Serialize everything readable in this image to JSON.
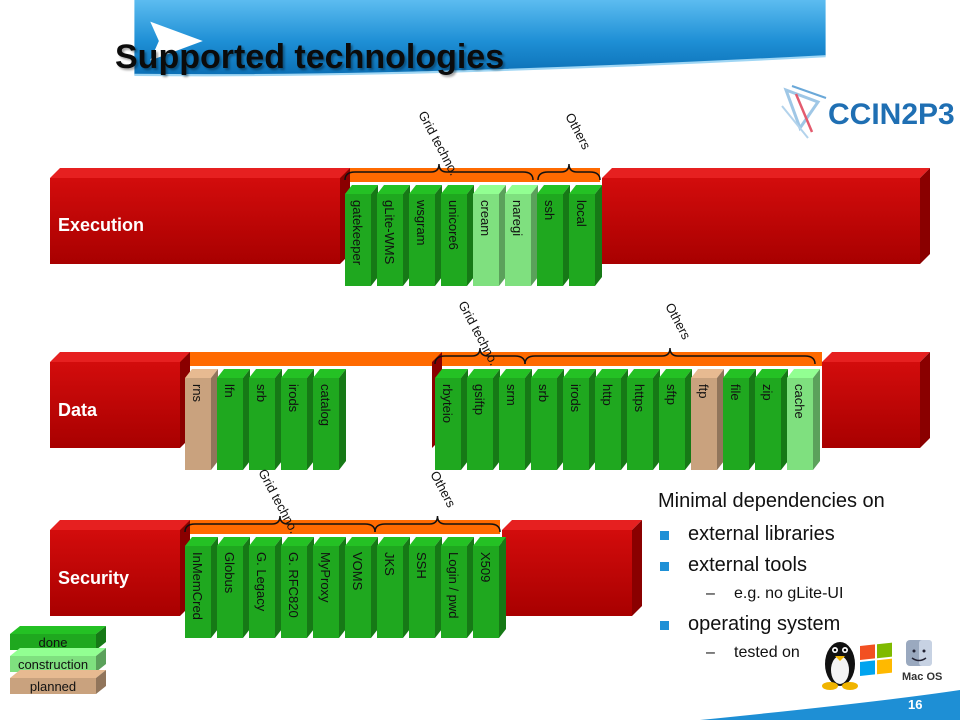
{
  "slide": {
    "title": "Supported technologies",
    "logo_text": "CCIN2P3",
    "page_number": "16"
  },
  "colors": {
    "header_blue": "#1e8fd5",
    "done_green": "#1fa81f",
    "construction_green": "#7fe07f",
    "planned_tan": "#c9a27e",
    "bar_red": "#c40000",
    "bar_orange": "#ff6a00"
  },
  "rows": [
    {
      "label": "Execution",
      "groups": [
        {
          "label": "Grid techno."
        },
        {
          "label": "Others"
        }
      ],
      "items": [
        {
          "label": "gatekeeper",
          "status": "done"
        },
        {
          "label": "gLite-WMS",
          "status": "done"
        },
        {
          "label": "wsgram",
          "status": "done"
        },
        {
          "label": "unicore6",
          "status": "done"
        },
        {
          "label": "cream",
          "status": "construction"
        },
        {
          "label": "naregi",
          "status": "construction"
        },
        {
          "label": "ssh",
          "status": "done"
        },
        {
          "label": "local",
          "status": "done"
        }
      ]
    },
    {
      "label": "Data",
      "groups": [
        {
          "label": "Grid techno."
        },
        {
          "label": "Others"
        }
      ],
      "items_left": [
        {
          "label": "rns",
          "status": "planned"
        },
        {
          "label": "lfn",
          "status": "done"
        },
        {
          "label": "srb",
          "status": "done"
        },
        {
          "label": "irods",
          "status": "done"
        },
        {
          "label": "catalog",
          "status": "done"
        }
      ],
      "items_right": [
        {
          "label": "rbyteio",
          "status": "done"
        },
        {
          "label": "gsiftp",
          "status": "done"
        },
        {
          "label": "srm",
          "status": "done"
        },
        {
          "label": "srb",
          "status": "done"
        },
        {
          "label": "irods",
          "status": "done"
        },
        {
          "label": "http",
          "status": "done"
        },
        {
          "label": "https",
          "status": "done"
        },
        {
          "label": "sftp",
          "status": "done"
        },
        {
          "label": "ftp",
          "status": "planned"
        },
        {
          "label": "file",
          "status": "done"
        },
        {
          "label": "zip",
          "status": "done"
        },
        {
          "label": "cache",
          "status": "construction"
        }
      ]
    },
    {
      "label": "Security",
      "groups": [
        {
          "label": "Grid techno."
        },
        {
          "label": "Others"
        }
      ],
      "items": [
        {
          "label": "InMemCred",
          "status": "done"
        },
        {
          "label": "Globus",
          "status": "done"
        },
        {
          "label": "G. Legacy",
          "status": "done"
        },
        {
          "label": "G. RFC820",
          "status": "done"
        },
        {
          "label": "MyProxy",
          "status": "done"
        },
        {
          "label": "VOMS",
          "status": "done"
        },
        {
          "label": "JKS",
          "status": "done"
        },
        {
          "label": "SSH",
          "status": "done"
        },
        {
          "label": "Login / pwd",
          "status": "done"
        },
        {
          "label": "X509",
          "status": "done"
        }
      ]
    }
  ],
  "legend": [
    {
      "label": "done",
      "status": "done"
    },
    {
      "label": "construction",
      "status": "construction"
    },
    {
      "label": "planned",
      "status": "planned"
    }
  ],
  "bullets": {
    "heading": "Minimal dependencies on",
    "items": [
      {
        "text": "external libraries"
      },
      {
        "text": "external tools",
        "sub": "e.g. no gLite-UI"
      },
      {
        "text": "operating system",
        "sub": "tested on"
      }
    ],
    "os_icons": [
      {
        "name": "linux-tux-icon"
      },
      {
        "name": "windows-flag-icon"
      },
      {
        "name": "macos-icon",
        "label": "Mac OS"
      }
    ]
  }
}
